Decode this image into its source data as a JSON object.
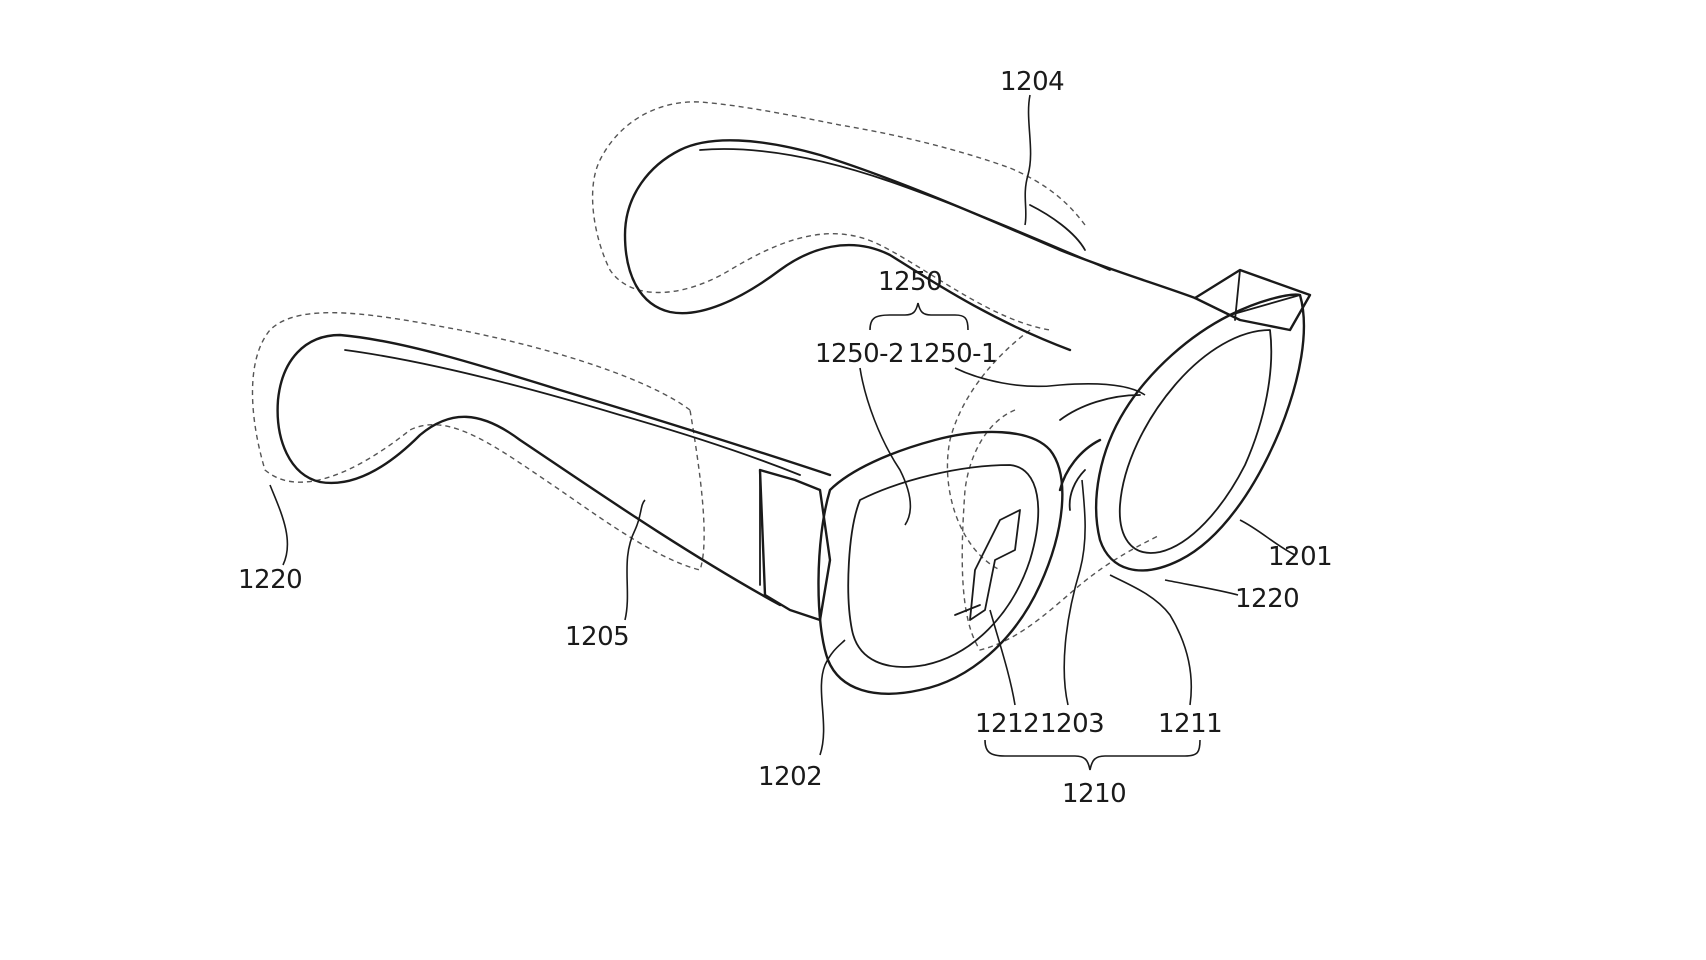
{
  "figure": {
    "labels": {
      "r1204": "1204",
      "r1250": "1250",
      "r1250_2": "1250-2",
      "r1250_1": "1250-1",
      "r1201": "1201",
      "r1220_left": "1220",
      "r1220_right": "1220",
      "r1205": "1205",
      "r1202": "1202",
      "r1212": "1212",
      "r1203": "1203",
      "r1211": "1211",
      "r1210": "1210"
    },
    "colors": {
      "line": "#1a1a1a",
      "dashed": "#555555",
      "background": "#ffffff"
    }
  }
}
